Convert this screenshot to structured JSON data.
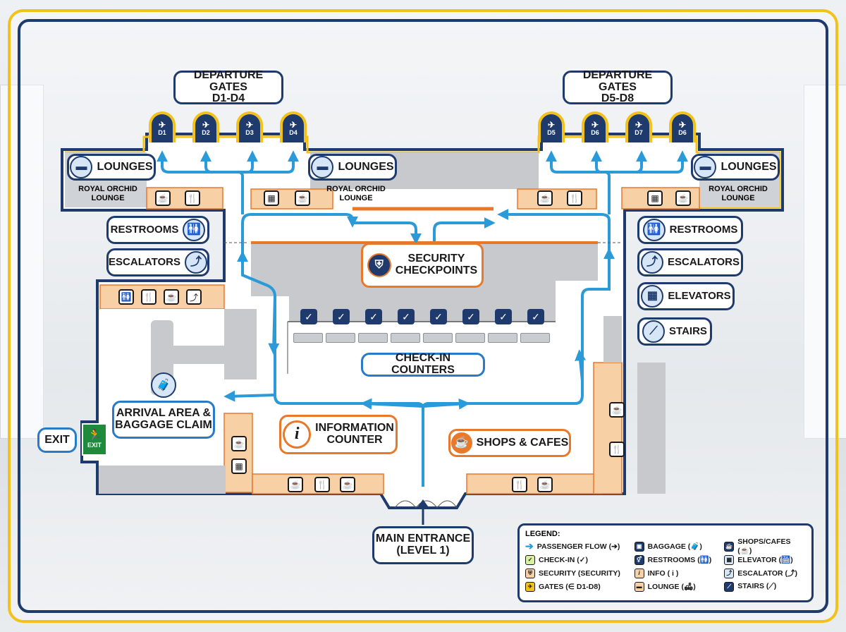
{
  "colors": {
    "navy": "#1f3b6e",
    "gold": "#f2c21b",
    "flow": "#2a9ad8",
    "orange": "#e8792b",
    "tan": "#f7d0a6",
    "gray": "#c7c9cc"
  },
  "gates_left": {
    "title_line1": "DEPARTURE GATES",
    "title_line2": "D1-D4",
    "gates": [
      "D1",
      "D2",
      "D3",
      "D4"
    ]
  },
  "gates_right": {
    "title_line1": "DEPARTURE GATES",
    "title_line2": "D5-D8",
    "gates": [
      "D5",
      "D6",
      "D7",
      "D6"
    ]
  },
  "lounges": {
    "label": "LOUNGES",
    "sub_line1": "ROYAL ORCHID",
    "sub_line2": "LOUNGE"
  },
  "facilities": {
    "restrooms": "RESTROOMS",
    "escalators": "ESCALATORS",
    "elevators": "ELEVATORS",
    "stairs": "STAIRS"
  },
  "security": {
    "line1": "SECURITY",
    "line2": "CHECKPOINTS"
  },
  "checkin": {
    "label": "CHECK-IN COUNTERS",
    "counter_count": 8
  },
  "arrival": {
    "line1": "ARRIVAL AREA &",
    "line2": "BAGGAGE CLAIM"
  },
  "exit": {
    "label": "EXIT",
    "sign": "EXIT"
  },
  "info": {
    "line1": "INFORMATION",
    "line2": "COUNTER"
  },
  "shops": {
    "label": "SHOPS & CAFES"
  },
  "entrance": {
    "line1": "MAIN ENTRANCE",
    "line2": "(LEVEL 1)"
  },
  "legend": {
    "title": "LEGEND:",
    "col1": [
      "PASSENGER FLOW (➔)",
      "CHECK-IN (✓)",
      "SECURITY (SECURITY)",
      "GATES (∈ D1-D8)"
    ],
    "col2": [
      "BAGGAGE (🧳)",
      "RESTROOMS (🚻)",
      "INFO ( i )",
      "LOUNGE (🛋)"
    ],
    "col3": [
      "SHOPS/CAFES (☕)",
      "ELEVATOR (🛗)",
      "ESCALATOR (⤴)",
      "STAIRS (⟋)"
    ]
  }
}
